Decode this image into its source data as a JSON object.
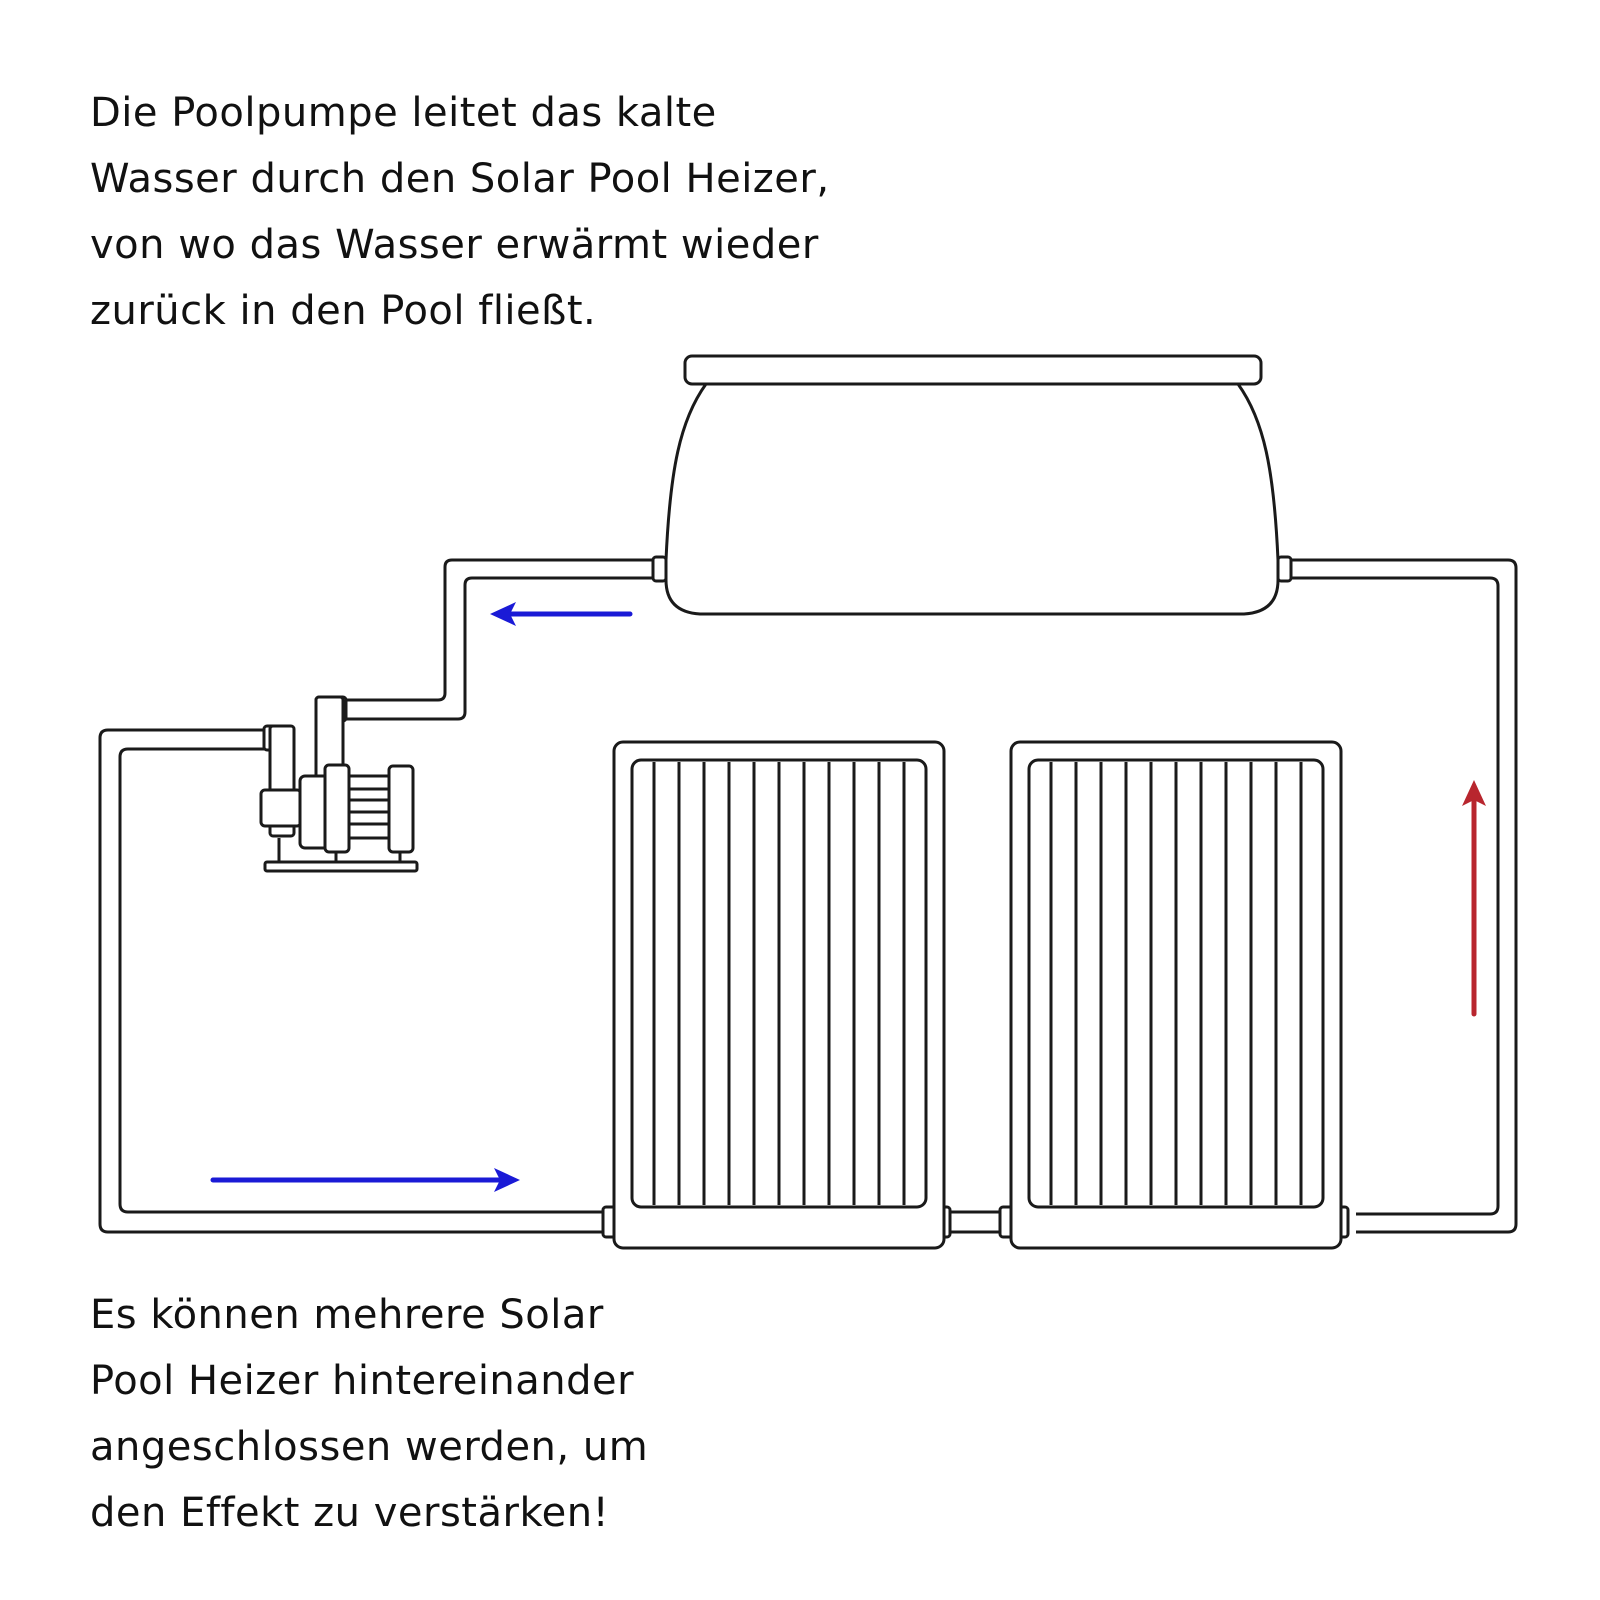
{
  "intro": {
    "lines": [
      "Die Poolpumpe leitet das kalte",
      "Wasser durch den Solar Pool Heizer,",
      "von wo das Wasser erwärmt wieder",
      "zurück in den Pool fließt."
    ]
  },
  "outro": {
    "lines": [
      "Es können mehrere Solar",
      "Pool Heizer hintereinander",
      "angeschlossen werden, um",
      "den Effekt zu verstärken!"
    ]
  },
  "colors": {
    "cold_flow": "#1a1ad6",
    "warm_flow": "#b8262e",
    "line": "#1a1a1a"
  },
  "icons": [
    "pool-icon",
    "pool-pump-icon",
    "solar-heater-panel-icon",
    "flow-arrow-icon"
  ]
}
